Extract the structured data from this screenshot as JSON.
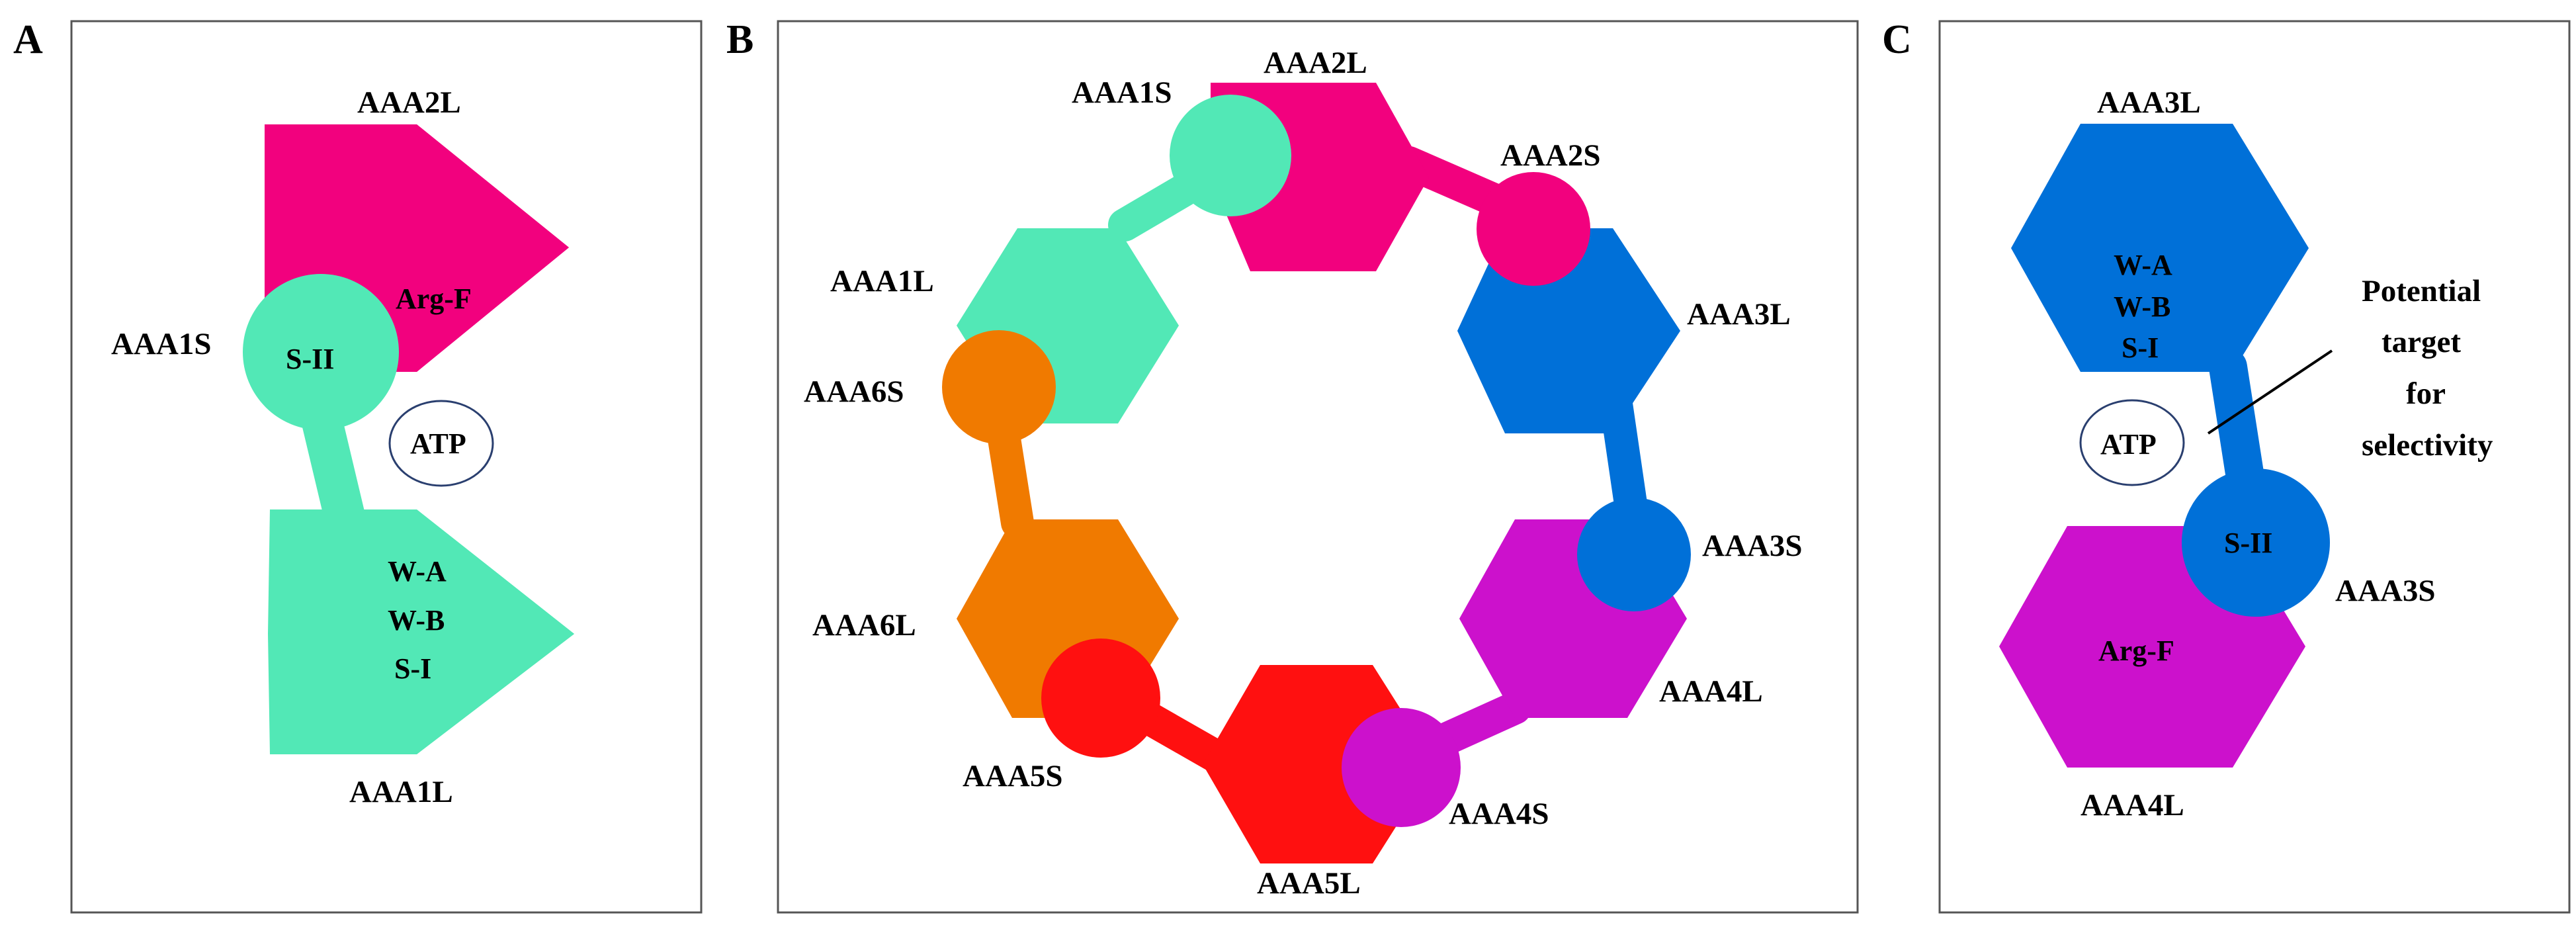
{
  "colors": {
    "teal": "#52E8B6",
    "magenta": "#F2017E",
    "blue": "#0070D8",
    "purple": "#CC11CC",
    "red": "#FF1010",
    "orange": "#F07A00",
    "frame": "#555555",
    "atp_outline": "#2A3F6F"
  },
  "panels": {
    "a": {
      "letter": "A",
      "hex_top_label": "AAA2L",
      "hex_bottom_label": "AAA1L",
      "small_label": "AAA1S",
      "arg_f": "Arg-F",
      "s_ii": "S-II",
      "atp": "ATP",
      "walker_a": "W-A",
      "walker_b": "W-B",
      "s_i": "S-I"
    },
    "b": {
      "letter": "B",
      "labels": {
        "aaa1s": "AAA1S",
        "aaa2l": "AAA2L",
        "aaa2s": "AAA2S",
        "aaa1l": "AAA1L",
        "aaa3l": "AAA3L",
        "aaa6s": "AAA6S",
        "aaa3s": "AAA3S",
        "aaa6l": "AAA6L",
        "aaa4l": "AAA4L",
        "aaa5s": "AAA5S",
        "aaa4s": "AAA4S",
        "aaa5l": "AAA5L"
      }
    },
    "c": {
      "letter": "C",
      "hex_top_label": "AAA3L",
      "hex_bottom_label": "AAA4L",
      "small_label": "AAA3S",
      "walker_a": "W-A",
      "walker_b": "W-B",
      "s_i": "S-I",
      "s_ii": "S-II",
      "arg_f": "Arg-F",
      "atp": "ATP",
      "annotation": [
        "Potential",
        "target",
        "for",
        "selectivity"
      ]
    }
  }
}
